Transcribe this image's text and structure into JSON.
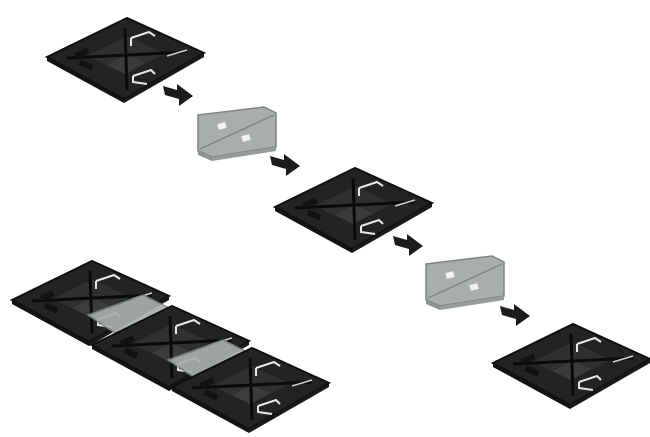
{
  "diagram": {
    "description_text": "",
    "colors": {
      "tile": "#222422",
      "tile_edge": "#0e0f0e",
      "tile_highlight": "#e8e8e8",
      "connector": "#a9aeac",
      "connector_edge": "#7d8482",
      "arrow": "#1c1c1c",
      "background": "#ffffff"
    },
    "sequence": [
      {
        "kind": "tile",
        "name": "tile-1"
      },
      {
        "kind": "arrow",
        "name": "arrow-1"
      },
      {
        "kind": "connector",
        "name": "connector-plate-1"
      },
      {
        "kind": "arrow",
        "name": "arrow-2"
      },
      {
        "kind": "tile",
        "name": "tile-2"
      },
      {
        "kind": "arrow",
        "name": "arrow-3"
      },
      {
        "kind": "connector",
        "name": "connector-plate-2"
      },
      {
        "kind": "arrow",
        "name": "arrow-4"
      },
      {
        "kind": "tile",
        "name": "tile-3"
      }
    ],
    "assembled_row": {
      "tiles": 3,
      "connectors": 2
    }
  }
}
